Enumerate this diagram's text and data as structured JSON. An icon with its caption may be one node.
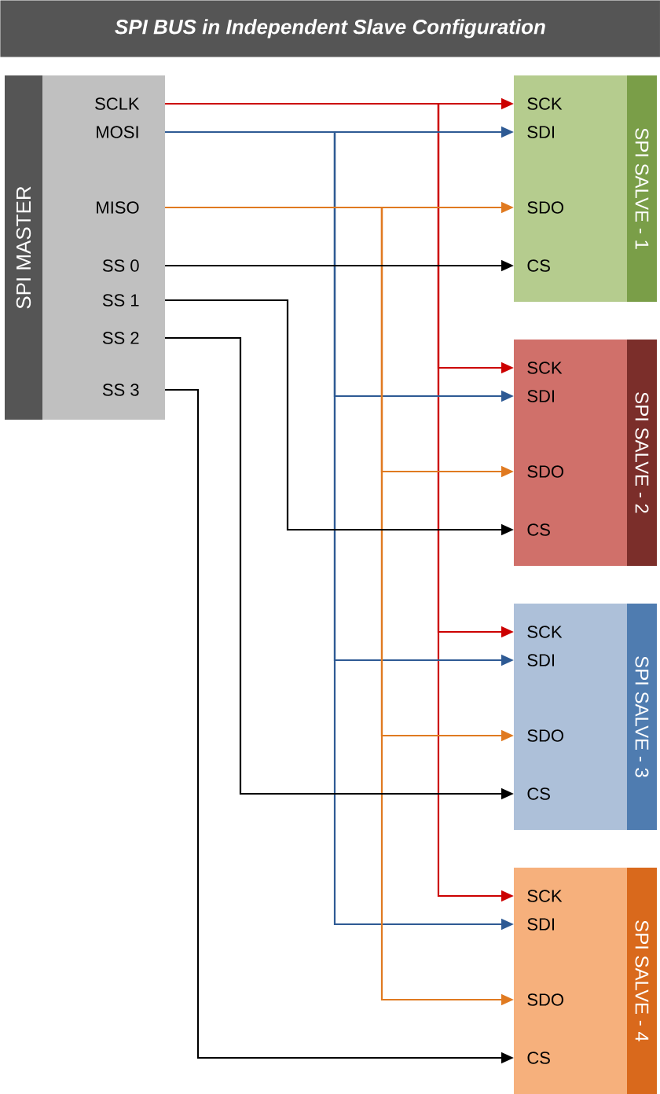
{
  "diagram": {
    "title": "SPI BUS in Independent Slave Configuration",
    "nodes": [
      {
        "text": [
          "SPI MASTER"
        ]
      },
      {
        "text": [
          "SCLK"
        ],
        "in": 0
      },
      {
        "text": [
          "MOSI"
        ],
        "in": 0
      },
      {
        "text": [
          "MISO"
        ],
        "in": 0
      },
      {
        "text": [
          "SS 0"
        ],
        "in": 0
      },
      {
        "text": [
          "SS 1"
        ],
        "in": 0
      },
      {
        "text": [
          "SS 2"
        ],
        "in": 0
      },
      {
        "text": [
          "SS 3"
        ],
        "in": 0
      },
      {
        "text": [
          "SPI SALVE - 1"
        ]
      },
      {
        "text": [
          "SCK"
        ],
        "in": 8
      },
      {
        "text": [
          "SDI"
        ],
        "in": 8
      },
      {
        "text": [
          "SDO"
        ],
        "in": 8
      },
      {
        "text": [
          "CS"
        ],
        "in": 8
      },
      {
        "text": [
          "SPI SALVE - 2"
        ]
      },
      {
        "text": [
          "SCK"
        ],
        "in": 13
      },
      {
        "text": [
          "SDI"
        ],
        "in": 13
      },
      {
        "text": [
          "SDO"
        ],
        "in": 13
      },
      {
        "text": [
          "CS"
        ],
        "in": 13
      },
      {
        "text": [
          "SPI SALVE - 3"
        ]
      },
      {
        "text": [
          "SCK"
        ],
        "in": 18
      },
      {
        "text": [
          "SDI"
        ],
        "in": 18
      },
      {
        "text": [
          "SDO"
        ],
        "in": 18
      },
      {
        "text": [
          "CS"
        ],
        "in": 18
      },
      {
        "text": [
          "SPI SALVE - 4"
        ]
      },
      {
        "text": [
          "SCK"
        ],
        "in": 23
      },
      {
        "text": [
          "SDI"
        ],
        "in": 23
      },
      {
        "text": [
          "SDO"
        ],
        "in": 23
      },
      {
        "text": [
          "CS"
        ],
        "in": 23
      }
    ],
    "edges": [
      {
        "from": 1,
        "to": 9,
        "arrow": "to",
        "color": "#cc0000"
      },
      {
        "from": 1,
        "to": 14,
        "arrow": "to",
        "color": "#cc0000"
      },
      {
        "from": 1,
        "to": 19,
        "arrow": "to",
        "color": "#cc0000"
      },
      {
        "from": 1,
        "to": 24,
        "arrow": "to",
        "color": "#cc0000"
      },
      {
        "from": 2,
        "to": 10,
        "arrow": "to",
        "color": "#2e5a94"
      },
      {
        "from": 2,
        "to": 15,
        "arrow": "to",
        "color": "#2e5a94"
      },
      {
        "from": 2,
        "to": 20,
        "arrow": "to",
        "color": "#2e5a94"
      },
      {
        "from": 2,
        "to": 25,
        "arrow": "to",
        "color": "#2e5a94"
      },
      {
        "from": 3,
        "to": 11,
        "arrow": "to",
        "color": "#e07a20"
      },
      {
        "from": 3,
        "to": 16,
        "arrow": "to",
        "color": "#e07a20"
      },
      {
        "from": 3,
        "to": 21,
        "arrow": "to",
        "color": "#e07a20"
      },
      {
        "from": 3,
        "to": 26,
        "arrow": "to",
        "color": "#e07a20"
      },
      {
        "from": 4,
        "to": 12,
        "arrow": "to",
        "color": "#000000"
      },
      {
        "from": 5,
        "to": 17,
        "arrow": "to",
        "color": "#000000"
      },
      {
        "from": 6,
        "to": 22,
        "arrow": "to",
        "color": "#000000"
      },
      {
        "from": 7,
        "to": 27,
        "arrow": "to",
        "color": "#000000"
      }
    ]
  }
}
